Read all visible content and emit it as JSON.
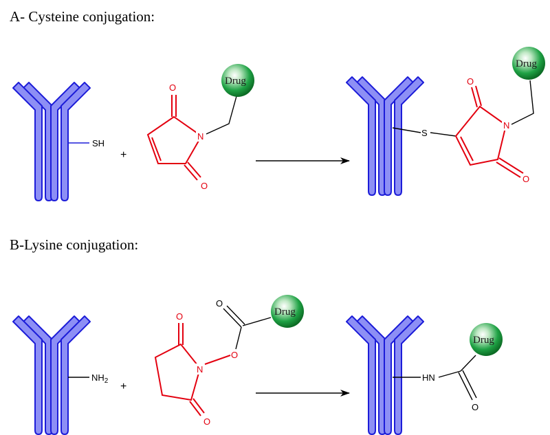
{
  "panels": [
    {
      "title": "A- Cysteine conjugation:",
      "antibody_group": "SH",
      "plus": "+",
      "reagent_atoms": {
        "oxygen_top": "O",
        "nitrogen": "N",
        "oxygen_bottom": "O"
      },
      "drug": "Drug",
      "product_atoms": {
        "sulfur": "S",
        "oxygen_top": "O",
        "nitrogen": "N",
        "oxygen_bottom": "O"
      },
      "product_drug": "Drug"
    },
    {
      "title": "B-Lysine conjugation:",
      "antibody_group": "NH",
      "antibody_group_subscript": "2",
      "plus": "+",
      "reagent_atoms": {
        "oxygen_top": "O",
        "nitrogen": "N",
        "oxygen_bottom": "O",
        "ester_oxygen": "O",
        "carbonyl_oxygen": "O"
      },
      "drug": "Drug",
      "product_atoms": {
        "amide_nh": "HN",
        "carbonyl_oxygen": "O"
      },
      "product_drug": "Drug"
    }
  ],
  "colors": {
    "antibody_fill": "#8d8ff5",
    "antibody_stroke": "#1c1cd8",
    "reagent": "#e3000f",
    "drug_sphere": "#1a9c3a"
  }
}
